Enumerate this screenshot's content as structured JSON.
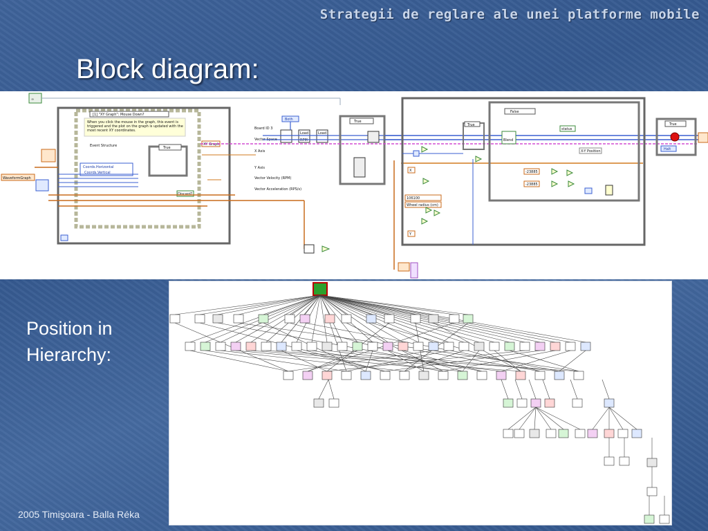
{
  "header": {
    "title": "Strategii de reglare ale unei platforme mobile"
  },
  "slide": {
    "heading": "Block diagram:"
  },
  "sections": {
    "hierarchy_label": "Position in Hierarchy:"
  },
  "footer": {
    "text": "2005 Timişoara - Balla Réka"
  },
  "block_diagram": {
    "labels": {
      "event_case": "[1] \"XY Graph\": Mouse Down?",
      "event_note": [
        "When you click the mouse in the graph, this event is",
        "triggered and the plot on the graph is updated with the",
        "most recent XY coordinates."
      ],
      "event_structure": "Event Structure",
      "coords_h": "Coords.Horizontal",
      "coords_v": "Coords.Vertical",
      "true": "True",
      "false": "False",
      "xy_graph": "XY Graph",
      "discard": "Discard?",
      "waveform": "WaveformGraph",
      "both": "Both",
      "board_id": "Board ID 3",
      "vector_space": "Vector Space",
      "x_axis": "X Axis",
      "y_axis": "Y Axis",
      "vector_velocity": "Vector Velocity (RPM)",
      "vector_accel": "Vector Acceleration (RPS/s)",
      "load": "Load",
      "rpm": "RPM",
      "blend": "Blend",
      "status": "status",
      "xy_position": "X-Y Position",
      "wheel_radius": "Wheel radius (cm)",
      "const_106100": "106100",
      "const_23885": "-23885",
      "halt": "Halt",
      "x": "X",
      "y": "Y"
    }
  },
  "hierarchy": {
    "tree": true
  }
}
